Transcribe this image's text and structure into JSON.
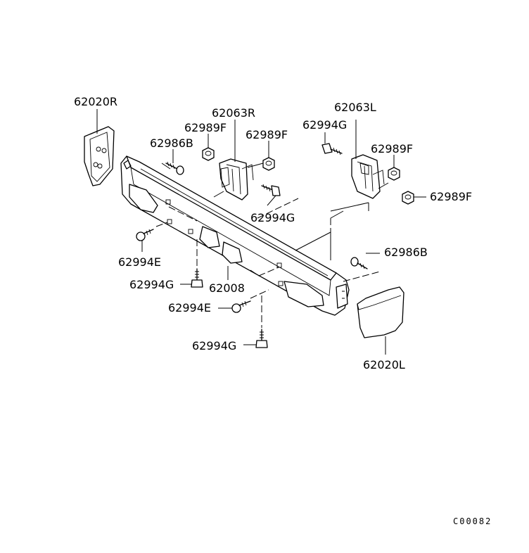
{
  "labels": {
    "p62020R": "62020R",
    "p62063R": "62063R",
    "p62989F_a": "62989F",
    "p62989F_b": "62989F",
    "p62986B_a": "62986B",
    "p62994G_a": "62994G",
    "p62063L": "62063L",
    "p62989F_c": "62989F",
    "p62989F_d": "62989F",
    "p62994G_b": "62994G",
    "p62994E_a": "62994E",
    "p62986B_b": "62986B",
    "p62994G_c": "62994G",
    "p62008": "62008",
    "p62994E_b": "62994E",
    "p62994G_d": "62994G",
    "p62020L": "62020L"
  },
  "figure_code": "C00082"
}
